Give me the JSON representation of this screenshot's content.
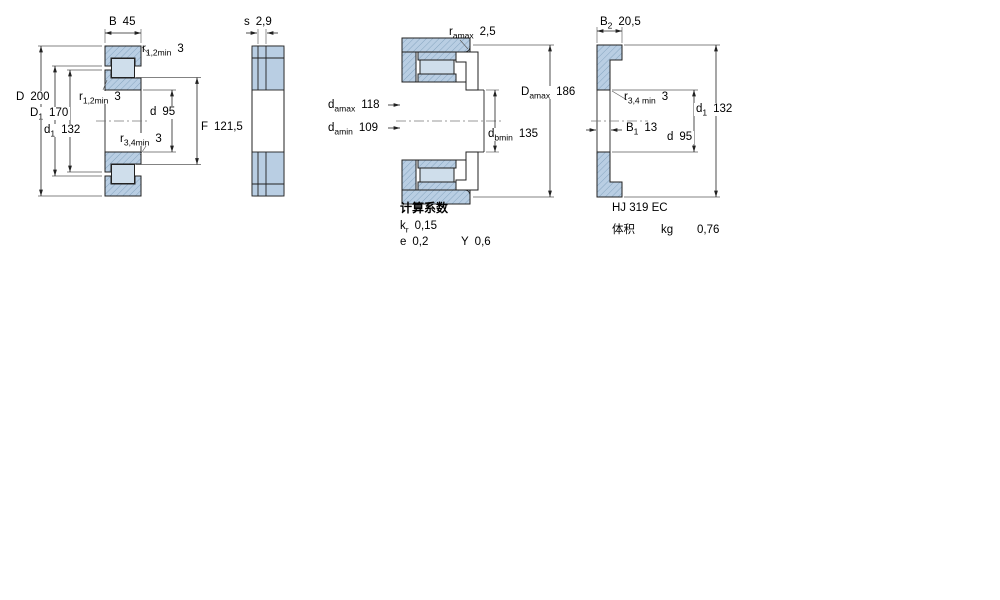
{
  "colors": {
    "section_fill": "#b9cee3",
    "roller_fill": "#cfdeeb",
    "hatch_line": "#86a5c0",
    "outline": "#222222"
  },
  "figures": {
    "main_section": {
      "dims": {
        "B": {
          "base": "B",
          "value": "45"
        },
        "s": {
          "base": "s",
          "value": "2,9"
        },
        "r12_top": {
          "base": "r",
          "sub": "1,2min",
          "value": "3"
        },
        "D": {
          "base": "D",
          "value": "200"
        },
        "r12_mid": {
          "base": "r",
          "sub": "1,2min",
          "value": "3"
        },
        "D1": {
          "base": "D",
          "sub": "1",
          "value": "170"
        },
        "d1": {
          "base": "d",
          "sub": "1",
          "value": "132"
        },
        "d": {
          "base": "d",
          "value": "95"
        },
        "r34": {
          "base": "r",
          "sub": "3,4min",
          "value": "3"
        },
        "F": {
          "base": "F",
          "value": "121,5"
        }
      }
    },
    "mounting": {
      "dims": {
        "ra": {
          "base": "r",
          "sub": "amax",
          "value": "2,5"
        },
        "damax": {
          "base": "d",
          "sub": "amax",
          "value": "118"
        },
        "damin": {
          "base": "d",
          "sub": "amin",
          "value": "109"
        },
        "Damax": {
          "base": "D",
          "sub": "amax",
          "value": "186"
        },
        "dbmin": {
          "base": "d",
          "sub": "bmin",
          "value": "135"
        }
      }
    },
    "angle_ring": {
      "dims": {
        "B2": {
          "base": "B",
          "sub": "2",
          "value": "20,5"
        },
        "r34": {
          "base": "r",
          "sub": "3,4 min",
          "value": "3"
        },
        "d1": {
          "base": "d",
          "sub": "1",
          "value": "132"
        },
        "B1": {
          "base": "B",
          "sub": "1",
          "value": "13"
        },
        "d": {
          "base": "d",
          "value": "95"
        }
      }
    }
  },
  "calculation": {
    "title": "计算系数",
    "factors": [
      {
        "base": "k",
        "sub": "r",
        "value": "0,15"
      },
      {
        "base": "e",
        "value": "0,2"
      },
      {
        "base": "Y",
        "value": "0,6"
      }
    ]
  },
  "product": {
    "designation": "HJ 319 EC",
    "mass_label": "体积",
    "mass_unit": "kg",
    "mass_value": "0,76"
  }
}
